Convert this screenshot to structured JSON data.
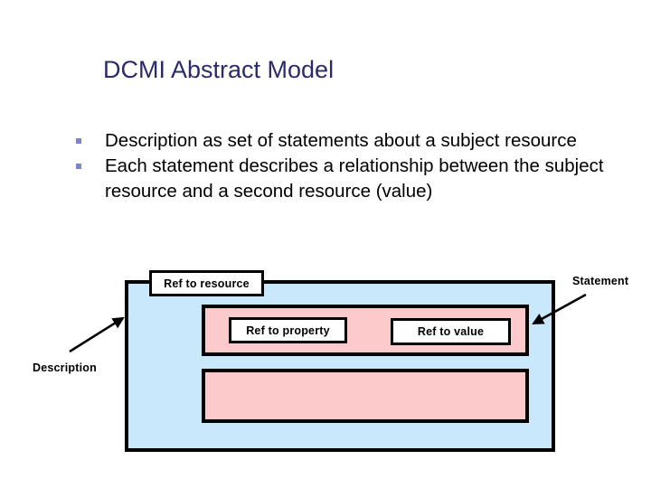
{
  "slide": {
    "title": "DCMI Abstract Model",
    "title_color": "#2b2b6b",
    "background_color": "#ffffff",
    "bullets": [
      "Description as set of statements about a subject resource",
      "Each statement describes a relationship between the subject resource and a second resource (value)"
    ],
    "bullet_marker_color": "#8282c8"
  },
  "diagram": {
    "type": "nested-boxes",
    "description_container": {
      "label": "Description",
      "fill_color": "#c9e8fb",
      "border_color": "#000000"
    },
    "statement_boxes": [
      {
        "label": "Statement",
        "fill_color": "#fccacb",
        "border_color": "#000000",
        "children": [
          "Ref to property",
          "Ref to value"
        ]
      },
      {
        "label": "",
        "fill_color": "#fccacb",
        "border_color": "#000000",
        "children": []
      }
    ],
    "ref_boxes": {
      "resource": "Ref to resource",
      "property": "Ref to property",
      "value": "Ref to value"
    },
    "callouts": [
      {
        "text": "Description",
        "points_to": "description-container"
      },
      {
        "text": "Statement",
        "points_to": "statement-box-1"
      }
    ]
  }
}
